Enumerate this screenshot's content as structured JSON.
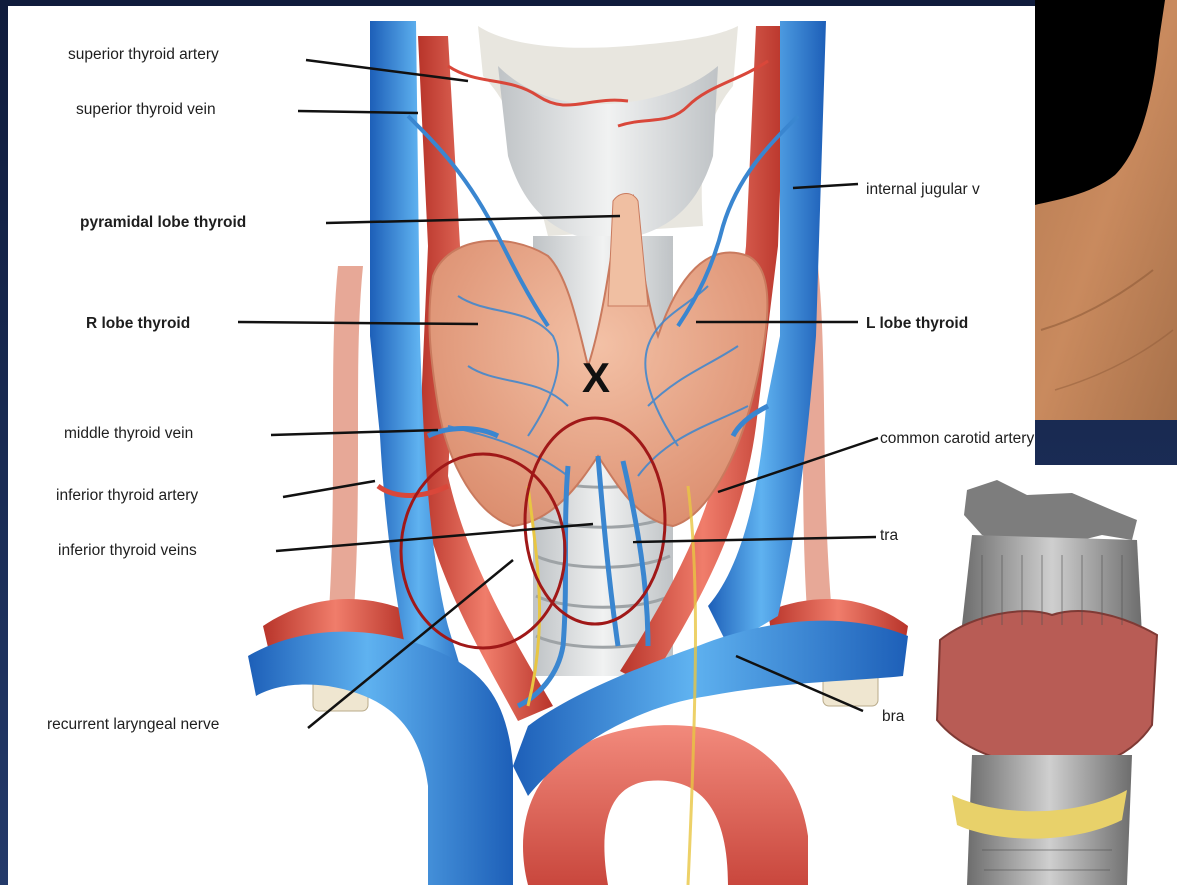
{
  "labels": {
    "superior_thyroid_artery": "superior thyroid artery",
    "superior_thyroid_vein": "superior thyroid vein",
    "pyramidal_lobe": "pyramidal lobe thyroid",
    "r_lobe": "R lobe thyroid",
    "middle_thyroid_vein": "middle thyroid vein",
    "inferior_thyroid_artery": "inferior thyroid artery",
    "inferior_thyroid_veins": "inferior thyroid veins",
    "recurrent_laryngeal_nerve": "recurrent laryngeal nerve",
    "internal_jugular": "internal jugular v",
    "l_lobe": "L lobe thyroid",
    "common_carotid": "common carotid artery",
    "trachea_partial": "tra",
    "brachio_partial": "bra"
  },
  "marker": "X",
  "colors": {
    "vein_blue": "#2f7fd6",
    "artery_red": "#d94a3c",
    "thyroid_tissue": "#e9a586",
    "circle_annotation": "#a01818",
    "slide_background": "#0f1a38",
    "skin": "#c98a5e",
    "thyroid_cartilage_overlay": "#b85c55",
    "cricoid_highlight": "#e8d16a"
  }
}
